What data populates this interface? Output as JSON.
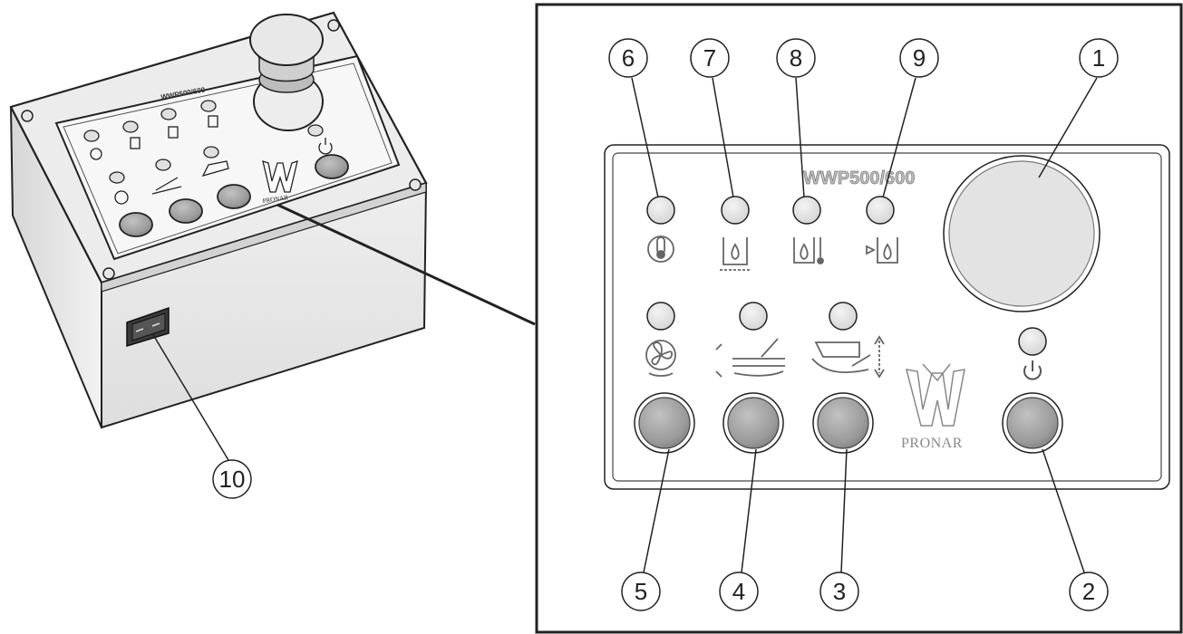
{
  "panel": {
    "model_label": "WWP500/600",
    "brand_label": "PRONAR"
  },
  "callouts": [
    "1",
    "2",
    "3",
    "4",
    "5",
    "6",
    "7",
    "8",
    "9",
    "10"
  ],
  "icons": {
    "lamp_row_1": [
      "fan-thermometer-icon",
      "tank-level-icon",
      "tank-temperature-icon",
      "tank-valve-icon"
    ],
    "lamp_row_2": [
      "fan-icon",
      "tray-icon",
      "conveyor-lift-icon"
    ],
    "power": "power-icon"
  },
  "colors": {
    "lamp": "#dcdcdc",
    "button": "#9a9a9a",
    "knob": "#e3e3e3",
    "housing": "#ececec",
    "outline": "#222222"
  }
}
